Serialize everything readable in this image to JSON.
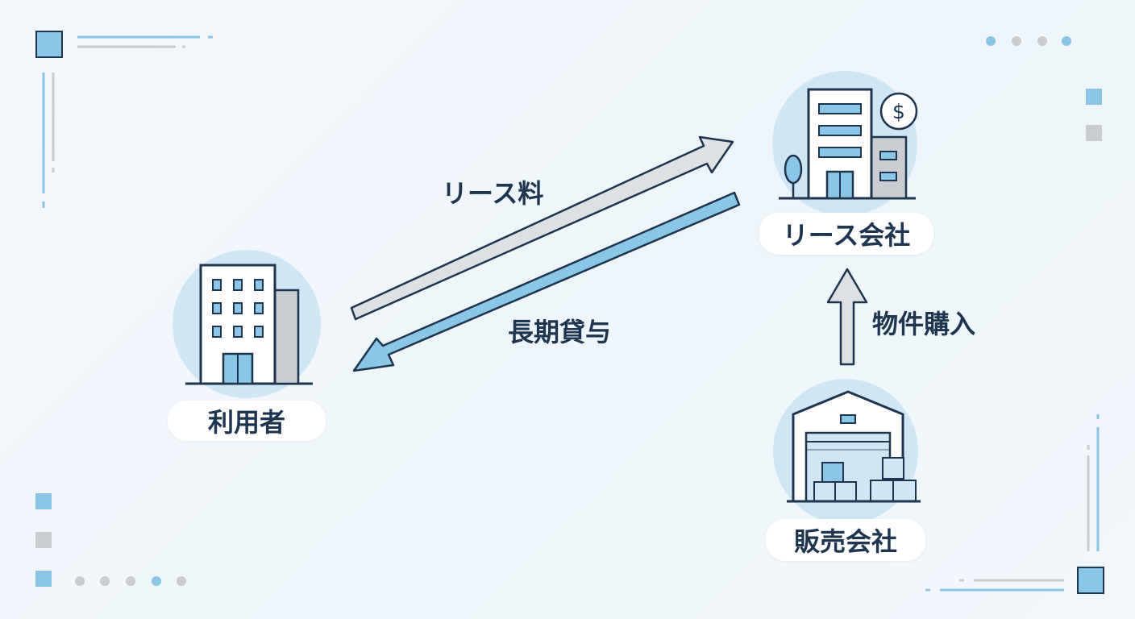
{
  "nodes": {
    "user": {
      "label": "利用者"
    },
    "lease_company": {
      "label": "リース会社"
    },
    "sales_company": {
      "label": "販売会社"
    }
  },
  "flows": {
    "lease_fee": {
      "label": "リース料"
    },
    "long_term_lending": {
      "label": "長期貸与"
    },
    "property_purchase": {
      "label": "物件購入"
    }
  },
  "icons": {
    "lease_company_badge": "dollar-coin-icon"
  },
  "colors": {
    "navy": "#1e3550",
    "accent_blue": "#8cc6e6",
    "light_blue": "#cfe6f4",
    "gray": "#c9cdd1"
  }
}
